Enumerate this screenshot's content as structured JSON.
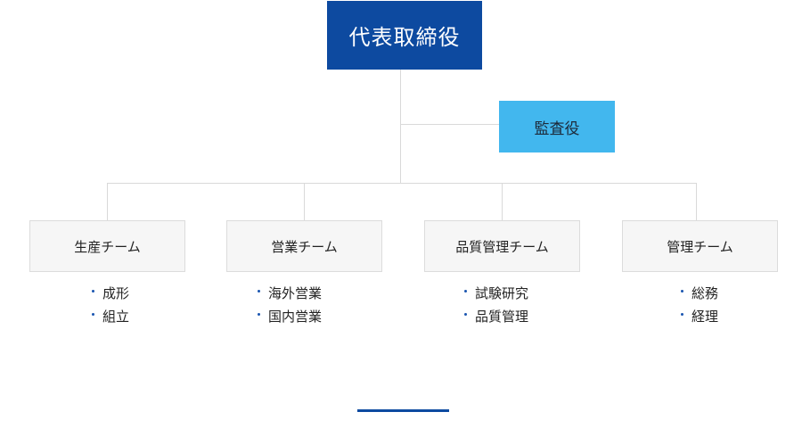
{
  "ceo": {
    "label": "代表取締役"
  },
  "audit": {
    "label": "監査役"
  },
  "teams": [
    {
      "label": "生産チーム",
      "items": [
        "成形",
        "組立"
      ]
    },
    {
      "label": "営業チーム",
      "items": [
        "海外営業",
        "国内営業"
      ]
    },
    {
      "label": "品質管理チーム",
      "items": [
        "試験研究",
        "品質管理"
      ]
    },
    {
      "label": "管理チーム",
      "items": [
        "総務",
        "経理"
      ]
    }
  ],
  "colors": {
    "primary": "#0d4aa0",
    "accent": "#42b7ee",
    "connector": "#d9d9d9"
  }
}
